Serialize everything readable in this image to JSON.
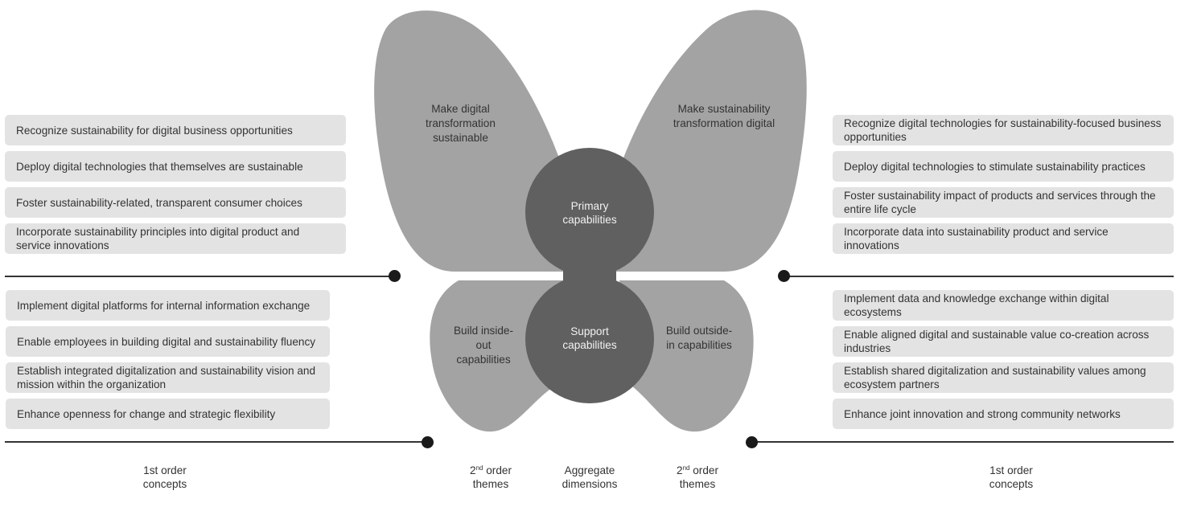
{
  "colors": {
    "wing": "#a2a3a2",
    "body": "#606060",
    "box": "#e3e3e3",
    "rule": "#333333",
    "dot": "#1a1a1a"
  },
  "aggregate_dimensions": {
    "primary": "Primary capabilities",
    "support": "Support capabilities"
  },
  "second_order_themes": {
    "primary_left": "Make digital transformation sustainable",
    "primary_right": "Make sustainability transformation digital",
    "support_left": "Build inside-out capabilities",
    "support_right": "Build outside-in capabilities"
  },
  "first_order_concepts": {
    "primary_left": [
      "Recognize sustainability for digital business opportunities",
      "Deploy digital technologies that themselves are sustainable",
      "Foster sustainability-related, transparent consumer choices",
      "Incorporate sustainability principles into digital product and service innovations"
    ],
    "primary_right": [
      "Recognize digital technologies for sustainability-focused business opportunities",
      "Deploy digital technologies to stimulate sustainability practices",
      "Foster sustainability impact of products and services through the entire life cycle",
      "Incorporate data into sustainability product and service innovations"
    ],
    "support_left": [
      "Implement digital platforms for internal information exchange",
      "Enable employees in building digital and sustainability fluency",
      "Establish integrated digitalization and sustainability vision and mission within the organization",
      "Enhance openness for change and strategic flexibility"
    ],
    "support_right": [
      "Implement data and knowledge exchange within digital ecosystems",
      "Enable aligned digital and sustainable value co-creation across industries",
      "Establish shared digitalization and sustainability values among ecosystem partners",
      "Enhance joint innovation and strong community networks"
    ]
  },
  "footer": {
    "left": {
      "line1": "1st order",
      "line2": "concepts"
    },
    "second_left": {
      "num": "2",
      "sup": "nd",
      "rest": " order",
      "line2": "themes"
    },
    "center": {
      "line1": "Aggregate",
      "line2": "dimensions"
    },
    "second_right": {
      "num": "2",
      "sup": "nd",
      "rest": " order",
      "line2": "themes"
    },
    "right": {
      "line1": "1st order",
      "line2": "concepts"
    }
  }
}
